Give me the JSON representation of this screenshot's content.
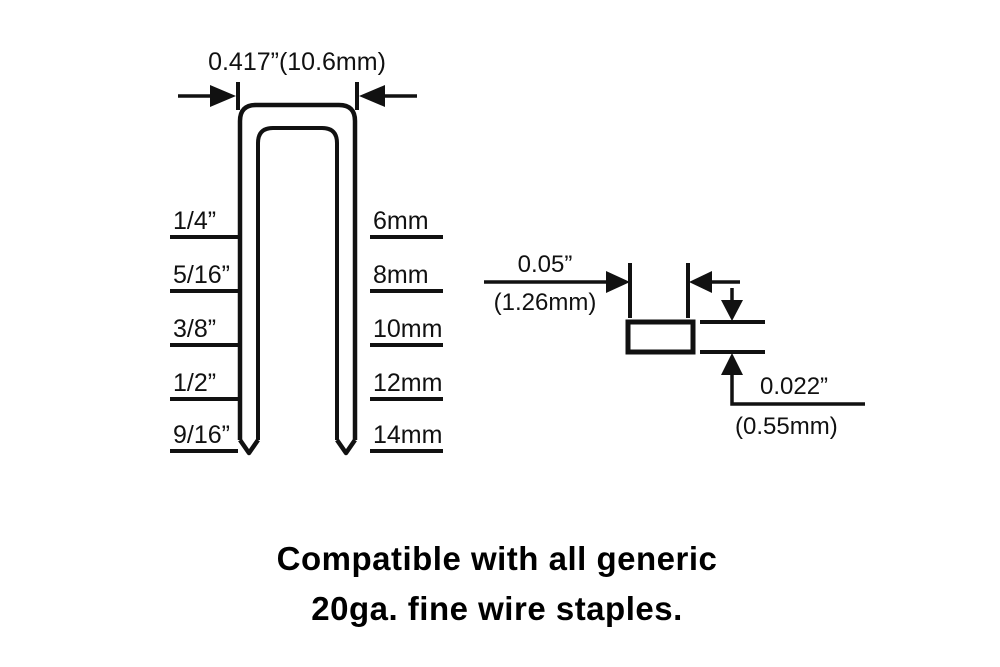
{
  "diagram": {
    "background_color": "#ffffff",
    "line_color": "#111111",
    "title_note": "Staple dimension specification drawing"
  },
  "crown_dimension": {
    "label": "0.417”(10.6mm)",
    "inch": "0.417”",
    "metric": "10.6mm",
    "arrow_direction": "inward"
  },
  "leg_lengths": {
    "imperial": [
      {
        "label": "1/4”"
      },
      {
        "label": "5/16”"
      },
      {
        "label": "3/8”"
      },
      {
        "label": "1/2”"
      },
      {
        "label": "9/16”"
      }
    ],
    "metric": [
      {
        "label": "6mm"
      },
      {
        "label": "8mm"
      },
      {
        "label": "10mm"
      },
      {
        "label": "12mm"
      },
      {
        "label": "14mm"
      }
    ]
  },
  "wire_cross_section": {
    "width": {
      "inch": "0.05”",
      "metric": "(1.26mm)"
    },
    "thickness": {
      "inch": "0.022”",
      "metric": "(0.55mm)"
    }
  },
  "caption": {
    "line1": "Compatible  with  all  generic",
    "line2": "20ga.  fine  wire  staples."
  }
}
